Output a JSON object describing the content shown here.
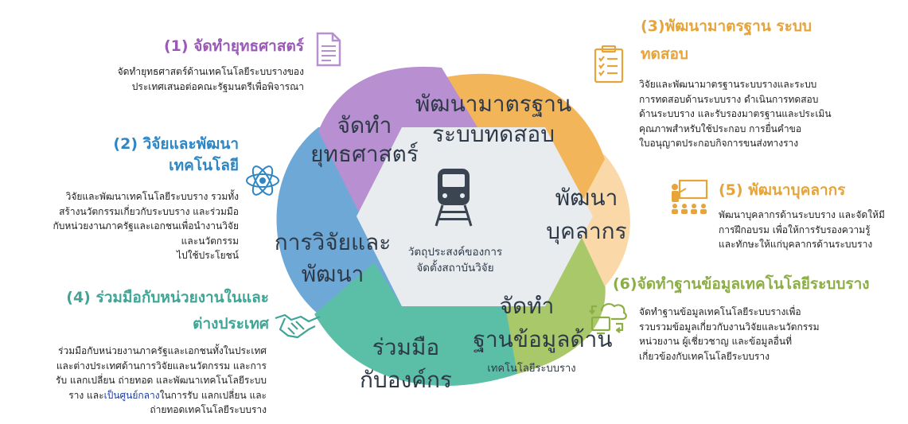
{
  "colors": {
    "purple": "#b88fd1",
    "orange": "#f3b55a",
    "peach": "#fbd8a8",
    "green": "#a9c86a",
    "teal": "#5bbfa8",
    "blue": "#6ea8d6",
    "center": "#e9ecef",
    "accent_blue": "#1a3d9c"
  },
  "center": {
    "caption_1": "วัตถุประสงค์ของการ",
    "caption_2": "จัดตั้งสถาบันวิจัย",
    "icon": "train-icon"
  },
  "segments": [
    {
      "line1": "จัดทำ",
      "line2": "ยุทธศาสตร์"
    },
    {
      "line1": "พัฒนามาตรฐาน",
      "line2": "ระบบทดสอบ"
    },
    {
      "line1": "พัฒนา",
      "line2": "บุคลากร"
    },
    {
      "line1": "จัดทำ",
      "line2": "ฐานข้อมูลด้าน",
      "line3": "เทคโนโลยีระบบราง"
    },
    {
      "line1": "ร่วมมือ",
      "line2": "กับองค์กร"
    },
    {
      "line1": "การวิจัยและ",
      "line2": "พัฒนา"
    }
  ],
  "objectives": {
    "o1": {
      "heading": "(1) จัดทำยุทธศาสตร์",
      "icon": "document-icon",
      "body": [
        "จัดทำยุทธศาสตร์ด้านเทคโนโลยีระบบรางของ",
        "ประเทศเสนอต่อคณะรัฐมนตรีเพื่อพิจารณา"
      ]
    },
    "o2": {
      "heading_1": "(2) วิจัยและพัฒนา",
      "heading_2": "เทคโนโลยี",
      "icon": "atom-icon",
      "body": [
        "วิจัยและพัฒนาเทคโนโลยีระบบราง รวมทั้ง",
        "สร้างนวัตกรรมเกี่ยวกับระบบราง และร่วมมือ",
        "กับหน่วยงานภาครัฐและเอกชนเพื่อนำงานวิจัย",
        "และนวัตกรรม",
        "ไปใช้ประโยชน์"
      ]
    },
    "o3": {
      "heading_1": "(3)พัฒนามาตรฐาน ระบบ",
      "heading_2": "ทดสอบ",
      "icon": "checklist-icon",
      "body": [
        "วิจัยและพัฒนามาตรฐานระบบรางและระบบ",
        "การทดสอบด้านระบบราง ดำเนินการทดสอบ",
        "ด้านระบบราง และรับรองมาตรฐานและประเมิน",
        "คุณภาพสำหรับใช้ประกอบ การยื่นคำขอ",
        "ใบอนุญาตประกอบกิจการขนส่งทางราง"
      ]
    },
    "o4": {
      "heading_1": "(4) ร่วมมือกับหน่วยงานในและ",
      "heading_2": "ต่างประเทศ",
      "icon": "handshake-icon",
      "body_1": "ร่วมมือกับหน่วยงานภาครัฐและเอกชนทั้งในประเทศ",
      "body_2": "และต่างประเทศด้านการวิจัยและนวัตกรรม และการ",
      "body_3": "รับ แลกเปลี่ยน ถ่ายทอด และพัฒนาเทคโนโลยีระบบ",
      "body_4a": "ราง และ",
      "body_4b": "เป็นศูนย์กลาง",
      "body_4c": "ในการรับ แลกเปลี่ยน และ",
      "body_5": "ถ่ายทอดเทคโนโลยีระบบราง"
    },
    "o5": {
      "heading": "(5) พัฒนาบุคลากร",
      "icon": "presentation-icon",
      "body": [
        "พัฒนาบุคลากรด้านระบบราง และจัดให้มี",
        "การฝึกอบรม เพื่อให้การรับรองความรู้",
        "และทักษะให้แก่บุคลากรด้านระบบราง"
      ]
    },
    "o6": {
      "heading": "(6)จัดทำฐานข้อมูลเทคโนโลยีระบบราง",
      "icon": "cloud-sync-icon",
      "body": [
        "จัดทำฐานข้อมูลเทคโนโลยีระบบรางเพื่อ",
        "รวบรวมข้อมูลเกี่ยวกับงานวิจัยและนวัตกรรม",
        "หน่วยงาน ผู้เชี่ยวชาญ และข้อมูลอื่นที่",
        "เกี่ยวข้องกับเทคโนโลยีระบบราง"
      ]
    }
  }
}
